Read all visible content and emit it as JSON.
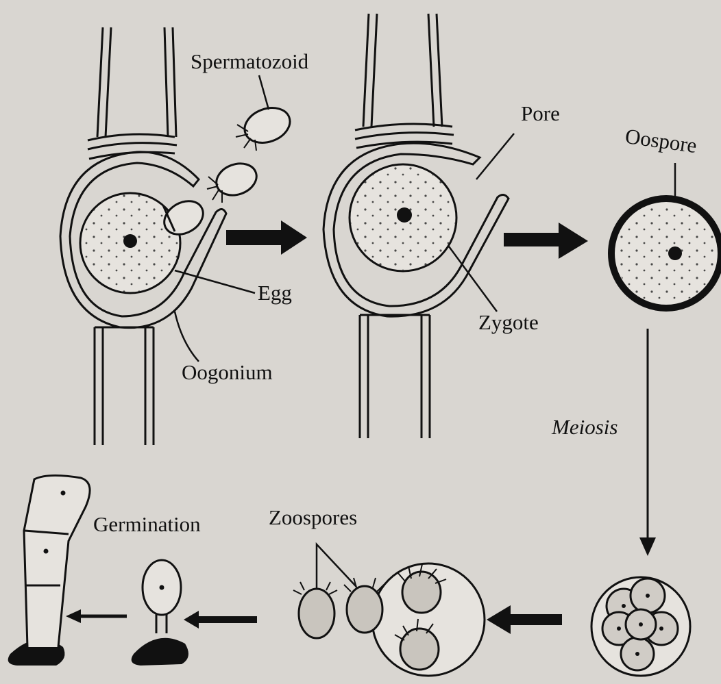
{
  "labels": {
    "spermatozoid": "Spermatozoid",
    "pore": "Pore",
    "oospore": "Oospore",
    "egg": "Egg",
    "zygote": "Zygote",
    "oogonium": "Oogonium",
    "meiosis": "Meiosis",
    "germination": "Germination",
    "zoospores": "Zoospores"
  },
  "colors": {
    "ink": "#111111",
    "paper": "#d9d6d1",
    "cell_fill": "#e6e3de"
  }
}
